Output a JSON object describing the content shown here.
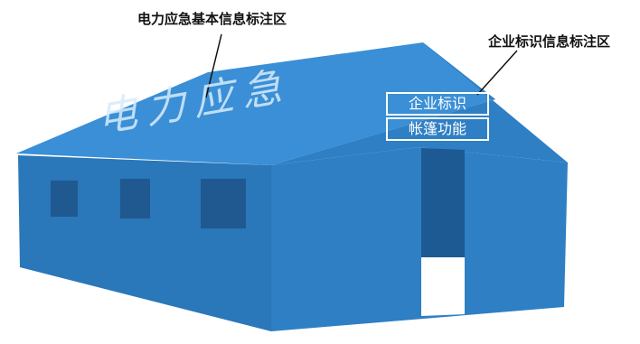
{
  "callouts": {
    "roof_area": "电力应急基本信息标注区",
    "logo_area": "企业标识信息标注区"
  },
  "roof_text": "电力应急",
  "signs": {
    "company_logo": "企业标识",
    "tent_function": "帐篷功能"
  },
  "colors": {
    "tent_front": "#2a77b9",
    "tent_side": "#2f7fc4",
    "roof": "#3a8fd6",
    "window": "#20598f",
    "door": "#1d5a94",
    "callout_line": "#111111"
  }
}
